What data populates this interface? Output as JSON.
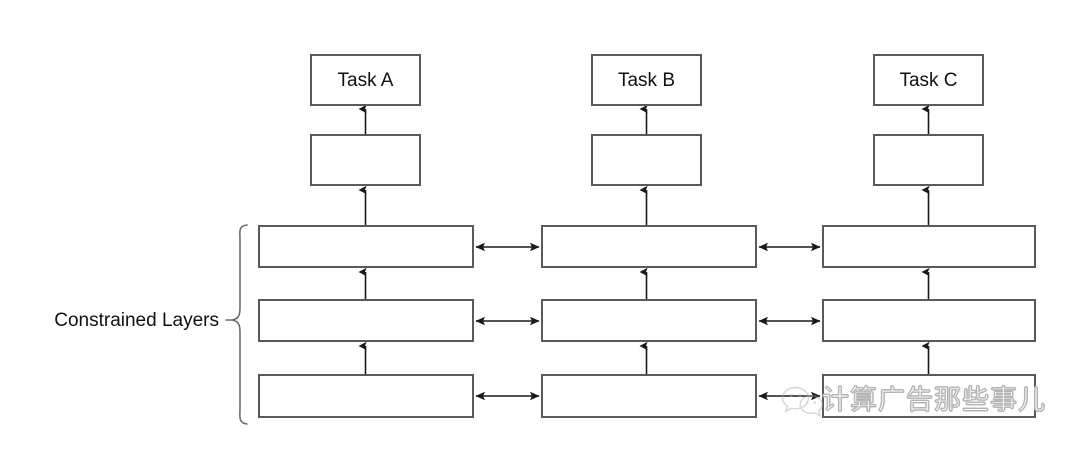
{
  "diagram": {
    "type": "multi-task-network-architecture",
    "brace_label": "Constrained Layers",
    "columns": [
      {
        "id": "task-a",
        "task_label": "Task A",
        "task_specific_layer_label": "",
        "shared_layer_labels": [
          "",
          "",
          ""
        ]
      },
      {
        "id": "task-b",
        "task_label": "Task B",
        "task_specific_layer_label": "",
        "shared_layer_labels": [
          "",
          "",
          ""
        ]
      },
      {
        "id": "task-c",
        "task_label": "Task C",
        "task_specific_layer_label": "",
        "shared_layer_labels": [
          "",
          "",
          ""
        ]
      }
    ],
    "vertical_arrows": "upward",
    "horizontal_arrows": "bidirectional",
    "colors": {
      "box_stroke": "#5a5a5a",
      "edge_stroke": "#1a1a1a",
      "brace_stroke": "#6d6d6d",
      "background": "#ffffff",
      "text": "#111111"
    }
  },
  "watermark": {
    "icon": "wechat-logo-icon",
    "text": "计算广告那些事儿"
  }
}
